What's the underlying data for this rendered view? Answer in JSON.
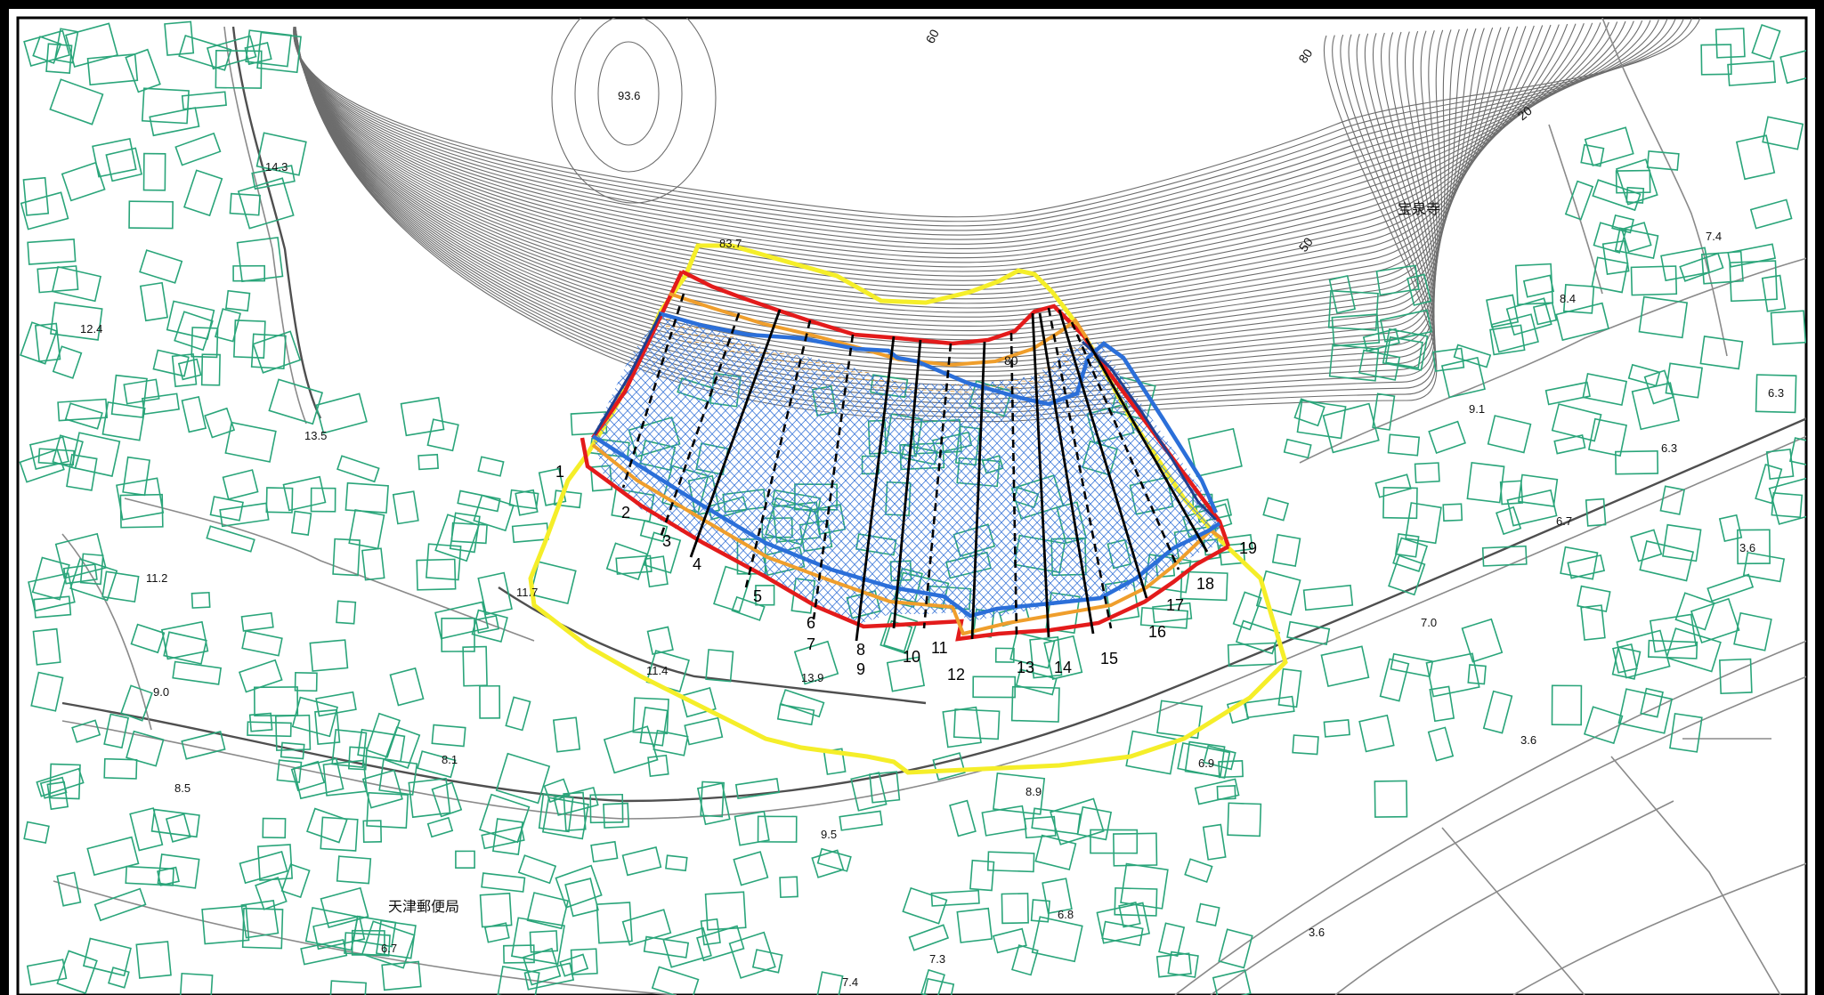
{
  "map": {
    "colors": {
      "boundary_yellow": "#f5ee29",
      "section_red": "#e31b1b",
      "orange_line": "#ef9e2c",
      "blue_line": "#2b6fd9",
      "building_green": "#2aa57a",
      "contour_gray": "#6d6d6d",
      "frame": "#000000"
    },
    "contour_labels": [
      {
        "id": "c60",
        "text": "60"
      },
      {
        "id": "c80",
        "text": "80"
      },
      {
        "id": "c20",
        "text": "20"
      },
      {
        "id": "c50",
        "text": "50"
      },
      {
        "id": "c80b",
        "text": "80"
      }
    ],
    "elevation_labels": [
      {
        "id": "e936",
        "text": "93.6"
      },
      {
        "id": "e837",
        "text": "83.7"
      },
      {
        "id": "e143",
        "text": "14.3"
      },
      {
        "id": "e124",
        "text": "12.4"
      },
      {
        "id": "e135",
        "text": "13.5"
      },
      {
        "id": "e112",
        "text": "11.2"
      },
      {
        "id": "e117",
        "text": "11.7"
      },
      {
        "id": "e114",
        "text": "11.4"
      },
      {
        "id": "e139",
        "text": "13.9"
      },
      {
        "id": "e90",
        "text": "9.0"
      },
      {
        "id": "e81",
        "text": "8.1"
      },
      {
        "id": "e85",
        "text": "8.5"
      },
      {
        "id": "e95",
        "text": "9.5"
      },
      {
        "id": "e89",
        "text": "8.9"
      },
      {
        "id": "e68",
        "text": "6.8"
      },
      {
        "id": "e67a",
        "text": "6.7"
      },
      {
        "id": "e73",
        "text": "7.3"
      },
      {
        "id": "e74a",
        "text": "7.4"
      },
      {
        "id": "e69",
        "text": "6.9"
      },
      {
        "id": "e70",
        "text": "7.0"
      },
      {
        "id": "e67b",
        "text": "6.7"
      },
      {
        "id": "e36a",
        "text": "3.6"
      },
      {
        "id": "e36b",
        "text": "3.6"
      },
      {
        "id": "e36c",
        "text": "3.6"
      },
      {
        "id": "e63a",
        "text": "6.3"
      },
      {
        "id": "e63b",
        "text": "6.3"
      },
      {
        "id": "e91",
        "text": "9.1"
      },
      {
        "id": "e84",
        "text": "8.4"
      },
      {
        "id": "e74b",
        "text": "7.4"
      }
    ],
    "place_labels": [
      {
        "id": "temple",
        "text": "宝泉寺"
      },
      {
        "id": "post",
        "text": "天津郵便局"
      }
    ],
    "section_numbers": [
      "1",
      "2",
      "3",
      "4",
      "5",
      "6",
      "7",
      "8",
      "9",
      "10",
      "11",
      "12",
      "13",
      "14",
      "15",
      "16",
      "17",
      "18",
      "19"
    ]
  }
}
